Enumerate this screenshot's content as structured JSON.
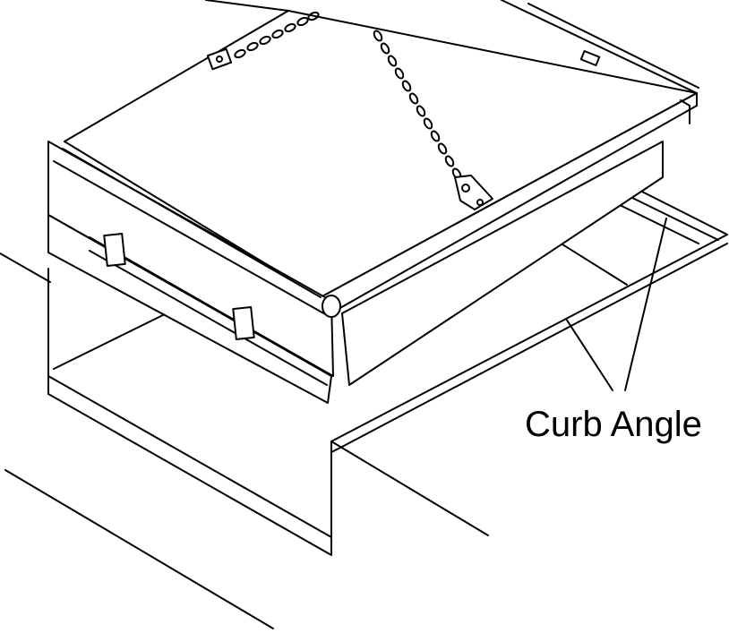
{
  "diagram": {
    "callout_label": "Curb Angle",
    "line_color": "#000000",
    "background_color": "#ffffff",
    "parts": [
      "dock-leveler-deck",
      "lip-assembly",
      "safety-chain",
      "pit-frame",
      "curb-angle"
    ]
  }
}
